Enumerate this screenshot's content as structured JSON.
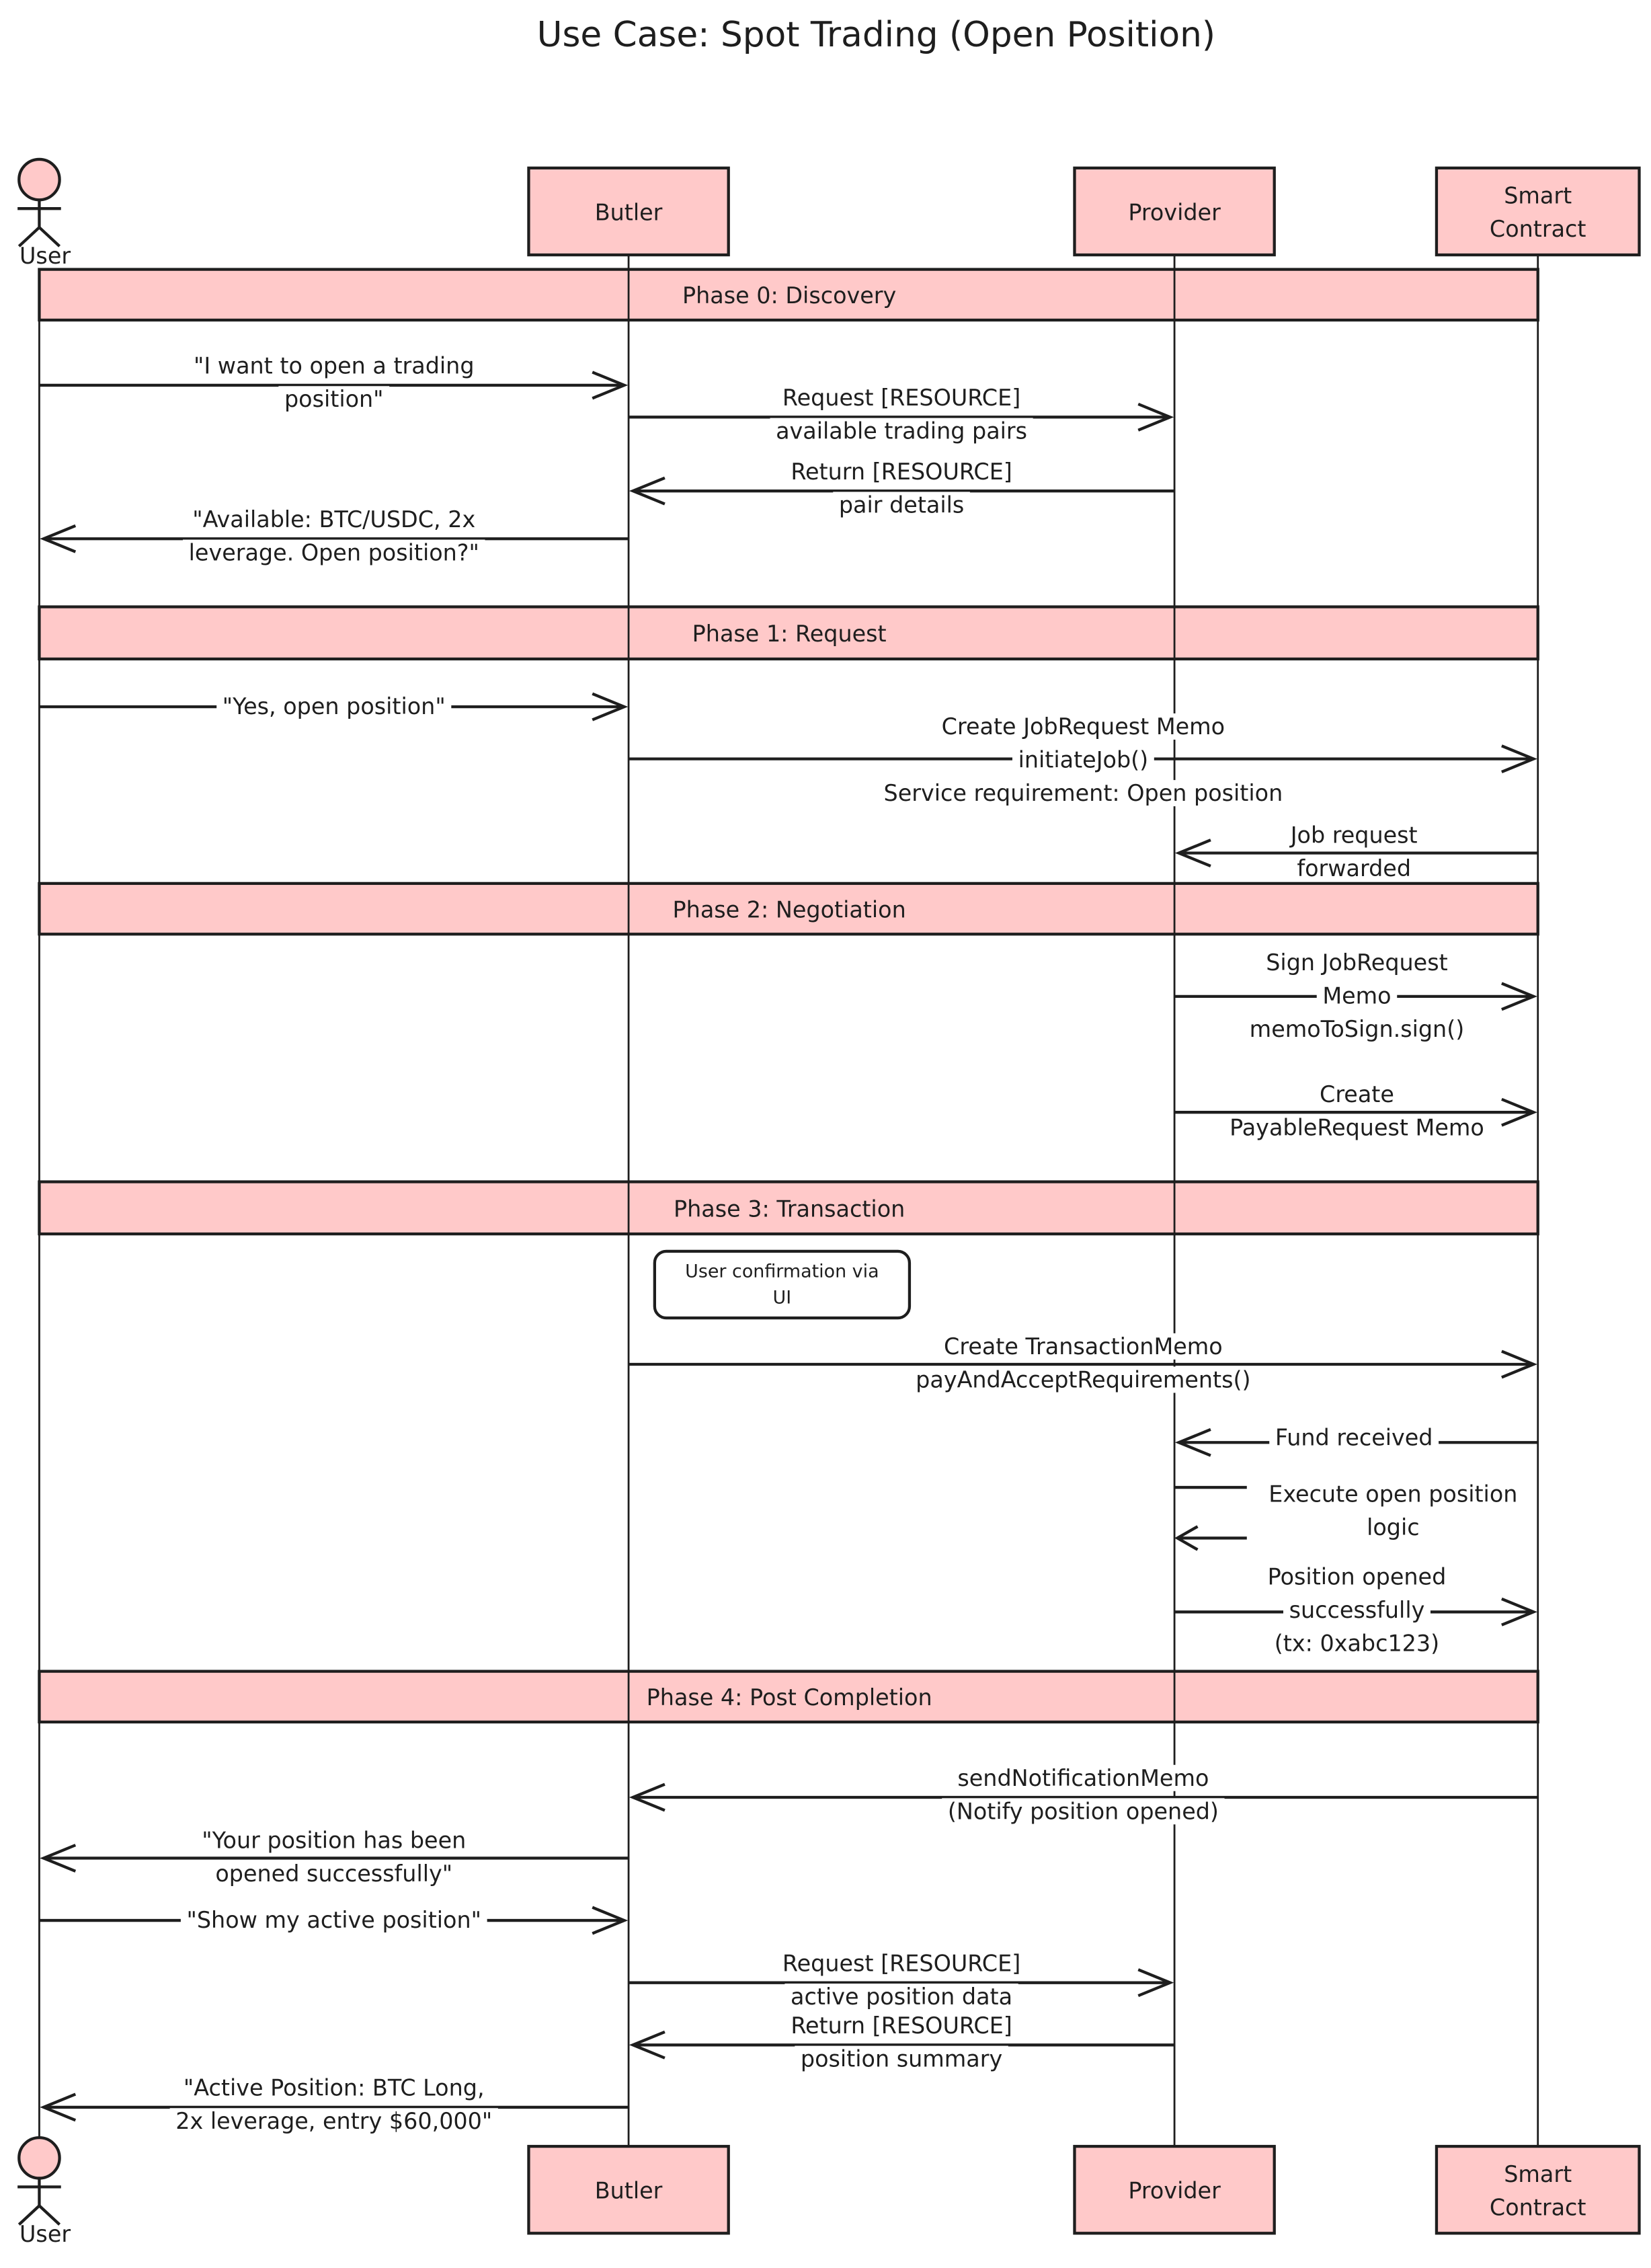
{
  "title": "Use Case: Spot Trading (Open Position)",
  "colors": {
    "participant_fill": "#ffc9c9",
    "stroke": "#1e1e1e",
    "background": "#ffffff"
  },
  "participants": [
    {
      "id": "user",
      "label": "User",
      "lines": [
        "User"
      ],
      "type": "actor"
    },
    {
      "id": "butler",
      "label": "Butler",
      "lines": [
        "Butler"
      ],
      "type": "box"
    },
    {
      "id": "provider",
      "label": "Provider",
      "lines": [
        "Provider"
      ],
      "type": "box"
    },
    {
      "id": "contract",
      "label": "Smart Contract",
      "lines": [
        "Smart",
        "Contract"
      ],
      "type": "box"
    }
  ],
  "phases": [
    {
      "label": "Phase 0: Discovery"
    },
    {
      "label": "Phase 1: Request"
    },
    {
      "label": "Phase 2: Negotiation"
    },
    {
      "label": "Phase 3: Transaction"
    },
    {
      "label": "Phase 4: Post Completion"
    }
  ],
  "note": {
    "lines": [
      "User confirmation via",
      "UI"
    ]
  },
  "messages": [
    {
      "from": "user",
      "to": "butler",
      "lines": [
        "\"I want to open a trading",
        "position\""
      ]
    },
    {
      "from": "butler",
      "to": "provider",
      "lines": [
        "Request [RESOURCE]",
        "available trading pairs"
      ]
    },
    {
      "from": "provider",
      "to": "butler",
      "lines": [
        "Return [RESOURCE]",
        "pair details"
      ]
    },
    {
      "from": "butler",
      "to": "user",
      "lines": [
        "\"Available: BTC/USDC, 2x",
        "leverage. Open position?\""
      ]
    },
    {
      "from": "user",
      "to": "butler",
      "lines": [
        "\"Yes, open position\""
      ]
    },
    {
      "from": "butler",
      "to": "contract",
      "lines": [
        "Create JobRequest Memo",
        "initiateJob()",
        "Service requirement: Open position"
      ]
    },
    {
      "from": "contract",
      "to": "provider",
      "lines": [
        "Job request",
        "forwarded"
      ]
    },
    {
      "from": "provider",
      "to": "contract",
      "lines": [
        "Sign JobRequest",
        "Memo",
        "memoToSign.sign()"
      ]
    },
    {
      "from": "provider",
      "to": "contract",
      "lines": [
        "Create",
        "PayableRequest Memo"
      ]
    },
    {
      "from": "butler",
      "to": "contract",
      "lines": [
        "Create TransactionMemo",
        "payAndAcceptRequirements()"
      ]
    },
    {
      "from": "contract",
      "to": "provider",
      "lines": [
        "Fund received"
      ]
    },
    {
      "from": "provider",
      "to": "provider",
      "lines": [
        "Execute open position",
        "logic"
      ]
    },
    {
      "from": "provider",
      "to": "contract",
      "lines": [
        "Position opened",
        "successfully",
        "(tx: 0xabc123)"
      ]
    },
    {
      "from": "contract",
      "to": "butler",
      "lines": [
        "sendNotificationMemo",
        "(Notify position opened)"
      ]
    },
    {
      "from": "butler",
      "to": "user",
      "lines": [
        "\"Your position has been",
        "opened successfully\""
      ]
    },
    {
      "from": "user",
      "to": "butler",
      "lines": [
        "\"Show my active position\""
      ]
    },
    {
      "from": "butler",
      "to": "provider",
      "lines": [
        "Request [RESOURCE]",
        "active position data"
      ]
    },
    {
      "from": "provider",
      "to": "butler",
      "lines": [
        "Return [RESOURCE]",
        "position summary"
      ]
    },
    {
      "from": "butler",
      "to": "user",
      "lines": [
        "\"Active Position: BTC Long,",
        "2x leverage, entry $60,000\""
      ]
    }
  ]
}
